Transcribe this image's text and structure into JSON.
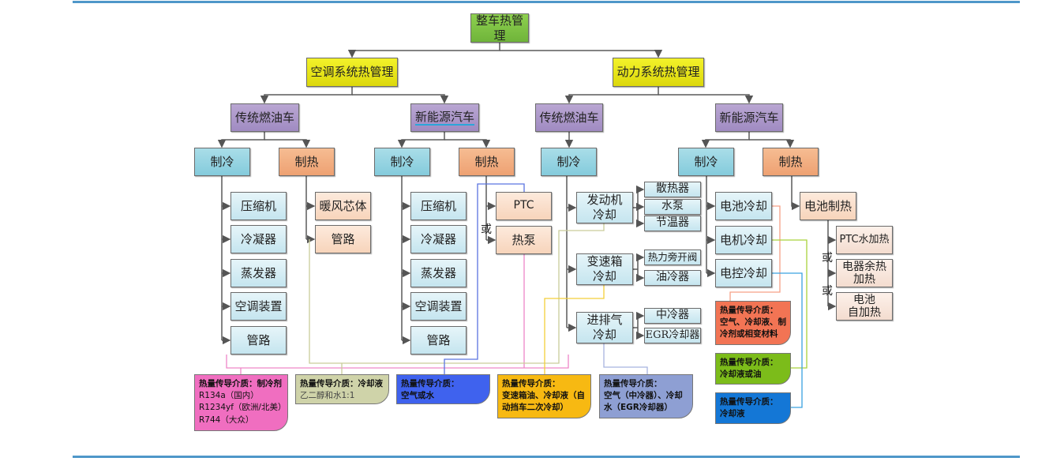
{
  "root": "整车热管理",
  "branches": {
    "ac": "空调系统热管理",
    "power": "动力系统热管理"
  },
  "vehicles": {
    "ac_ice": "传统燃油车",
    "ac_nev": "新能源汽车",
    "pw_ice": "传统燃油车",
    "pw_nev": "新能源汽车"
  },
  "modes": {
    "ac_ice_cool": "制冷",
    "ac_ice_heat": "制热",
    "ac_nev_cool": "制冷",
    "ac_nev_heat": "制热",
    "pw_ice_cool": "制冷",
    "pw_nev_cool": "制冷",
    "pw_nev_heat": "制热"
  },
  "ac_ice_cool_items": [
    "压缩机",
    "冷凝器",
    "蒸发器",
    "空调装置",
    "管路"
  ],
  "ac_ice_heat_items": [
    "暖风芯体",
    "管路"
  ],
  "ac_nev_cool_items": [
    "压缩机",
    "冷凝器",
    "蒸发器",
    "空调装置",
    "管路"
  ],
  "ac_nev_heat_items": [
    "PTC",
    "热泵"
  ],
  "pw_ice_cool_groups": [
    {
      "label": "发动机\n冷却",
      "label_l1": "发动机",
      "label_l2": "冷却",
      "items": [
        "散热器",
        "水泵",
        "节温器"
      ]
    },
    {
      "label_l1": "变速箱",
      "label_l2": "冷却",
      "items": [
        "热力旁开阀",
        "油冷器"
      ]
    },
    {
      "label_l1": "进排气",
      "label_l2": "冷却",
      "items": [
        "中冷器",
        "EGR冷却器"
      ]
    }
  ],
  "pw_nev_cool_items": [
    "电池冷却",
    "电机冷却",
    "电控冷却"
  ],
  "pw_nev_heat": {
    "main": "电池制热",
    "options": [
      {
        "l1": "PTC水加热",
        "l2": ""
      },
      {
        "l1": "电器余热",
        "l2": "加热"
      },
      {
        "l1": "电池",
        "l2": "自加热"
      }
    ]
  },
  "or_label": "或",
  "notes": [
    {
      "id": "refrigerant",
      "color": "#f06ec0",
      "title": "热量传导介质：制冷剂",
      "lines": [
        "R134a（国内）",
        "R1234yf（欧洲/北美）",
        "R744（大众）"
      ]
    },
    {
      "id": "coolant",
      "color": "#cfd3a9",
      "title": "热量传导介质：冷却液",
      "lines": [
        "乙二醇和水1:1"
      ]
    },
    {
      "id": "air-water",
      "color": "#3f62ee",
      "title": "热量传导介质：",
      "lines": [
        "空气或水"
      ]
    },
    {
      "id": "gearbox",
      "color": "#f7b912",
      "title": "热量传导介质：",
      "lines": [
        "变速箱油、冷却液（自",
        "动挡车二次冷却）"
      ]
    },
    {
      "id": "intake",
      "color": "#8e9fd3",
      "title": "热量传导介质：",
      "lines": [
        "空气（中冷器）、冷却",
        "水（EGR冷却器）"
      ]
    },
    {
      "id": "battery",
      "color": "#f27454",
      "title": "热量传导介质：",
      "lines": [
        "空气、冷却液、制",
        "冷剂或相变材料"
      ]
    },
    {
      "id": "motor",
      "color": "#7cbc1a",
      "title": "热量传导介质：",
      "lines": [
        "冷却液或油"
      ]
    },
    {
      "id": "controller",
      "color": "#1477d6",
      "title": "热量传导介质：",
      "lines": [
        "冷却液"
      ]
    }
  ],
  "colors": {
    "rule": "#4f97c9",
    "connector": "#5a5a5a",
    "pipe_pink": "#ef86c8",
    "pipe_olive": "#c9cc9a",
    "pipe_blue": "#5a74e0",
    "pipe_yellow": "#f3cf3a",
    "pipe_lavender": "#a7b4df",
    "pipe_salmon": "#f6a086",
    "pipe_green": "#a9d23c",
    "pipe_sky": "#3aa2e0"
  }
}
